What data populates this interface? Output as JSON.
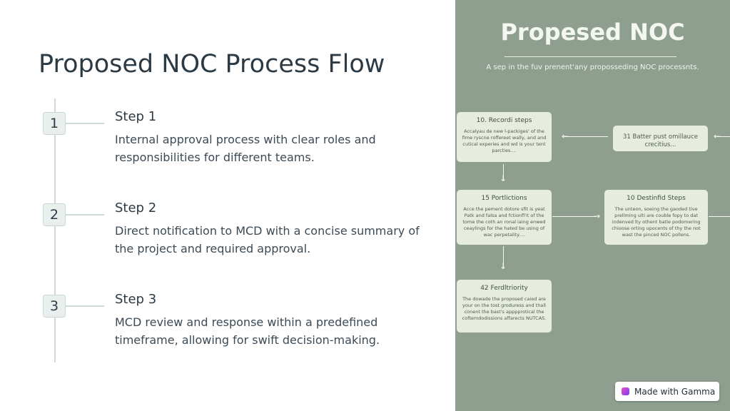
{
  "slide": {
    "title": "Proposed NOC Process Flow",
    "steps": [
      {
        "number": "1",
        "title": "Step 1",
        "description": "Internal approval process with clear roles and responsibilities for different teams."
      },
      {
        "number": "2",
        "title": "Step 2",
        "description": "Direct notification to MCD with a concise summary of the project and required approval."
      },
      {
        "number": "3",
        "title": "Step 3",
        "description": "MCD review and response within a predefined timeframe, allowing for swift decision-making."
      }
    ]
  },
  "image": {
    "title": "Propesed NOC",
    "subtitle": "A sep in the fuv prenent'any proposseding NOC processnts.",
    "cards": [
      {
        "title": "10. Recordi steps",
        "body": "Accalyau de new l-packiges' of the fime ryscne roffereet wally, and and cutical experies and wd is your tent parcties...."
      },
      {
        "title": "",
        "body": "31 Batter pust omillauce crecitius..."
      },
      {
        "title": "15 Portlictions",
        "body": "Acce the pement dotore sfit is yeat Patk and falsa and fctionfl'it of the tome the coth an ronal iaing enwed ceaylings for the hated be using of wac perpetality...."
      },
      {
        "title": "10 Destinfid Steps",
        "body": "The unteon, soeing the gaoded tive prellming ulti are couble fopy to dat indenved lty othent batle podomering chioose orting upocents of thy the not wast the pinced NOC pollens."
      },
      {
        "title": "42 Ferdltriority",
        "body": "The dowade the proposed caied are your on the tost groduress and thall conent the bast's apppprotical the coftemdodissions affarects NUTCAS."
      }
    ]
  },
  "badge": {
    "label": "Made with Gamma",
    "logo_color": "#b04fe0"
  },
  "colors": {
    "title_text": "#2b3a45",
    "timeline": "#cfdcd9",
    "image_bg": "#8f9f8f",
    "card_bg": "#e6eddf"
  }
}
